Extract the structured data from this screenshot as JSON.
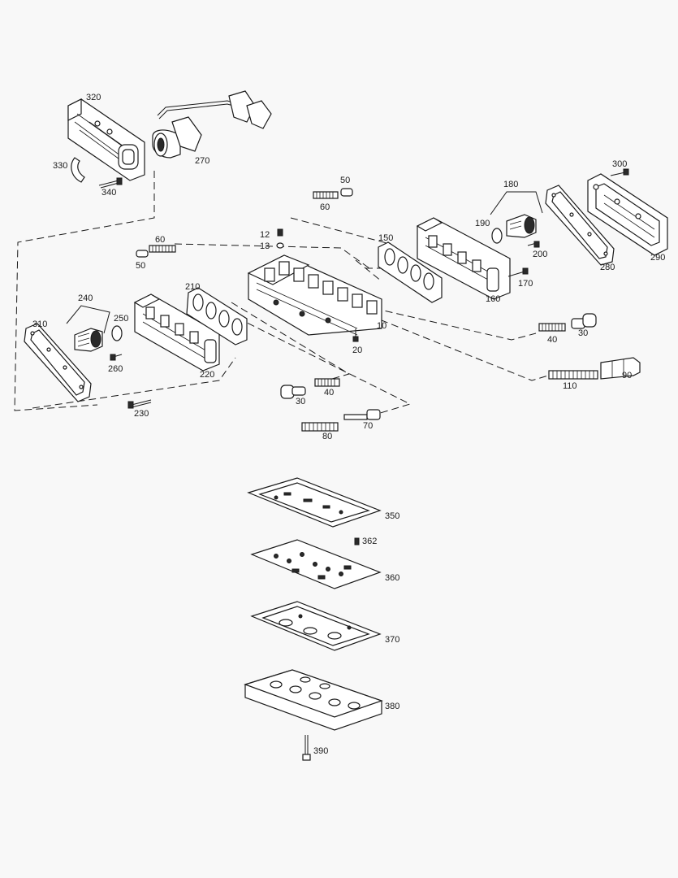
{
  "labels": {
    "p10": "10",
    "p12": "12",
    "p13": "13",
    "p20": "20",
    "p30a": "30",
    "p30b": "30",
    "p40a": "40",
    "p40b": "40",
    "p50a": "50",
    "p50b": "50",
    "p60a": "60",
    "p60b": "60",
    "p70": "70",
    "p80": "80",
    "p90": "90",
    "p110": "110",
    "p150": "150",
    "p160": "160",
    "p170": "170",
    "p180": "180",
    "p190": "190",
    "p200": "200",
    "p210": "210",
    "p220": "220",
    "p230": "230",
    "p240": "240",
    "p250": "250",
    "p260": "260",
    "p270": "270",
    "p280": "280",
    "p290": "290",
    "p300": "300",
    "p310": "310",
    "p320": "320",
    "p330": "330",
    "p340": "340",
    "p350": "350",
    "p360": "360",
    "p362": "362",
    "p370": "370",
    "p380": "380",
    "p390": "390"
  },
  "colors": {
    "line": "#1a1a1a",
    "background": "#f8f8f8",
    "fill": "#ffffff"
  }
}
